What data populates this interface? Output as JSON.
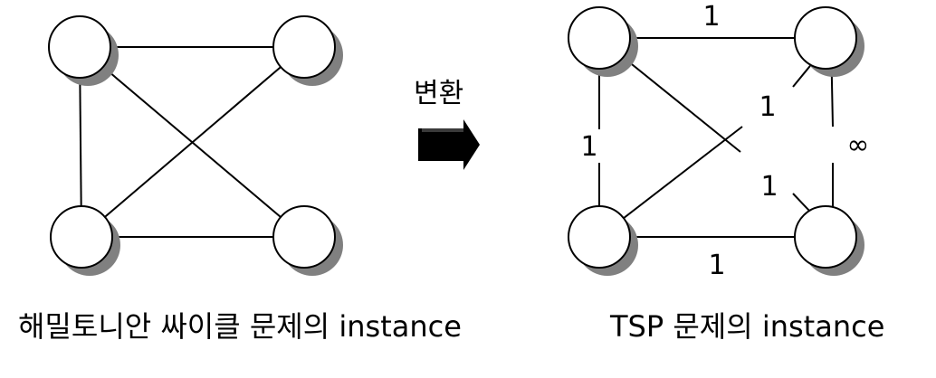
{
  "left_graph": {
    "caption": "해밀토니안 싸이클 문제의 instance"
  },
  "transform": {
    "label": "변환"
  },
  "right_graph": {
    "caption": "TSP 문제의 instance",
    "edge_weights": {
      "top": "1",
      "left": "1",
      "bottom": "1",
      "diag_top_left_to_bottom_right": "1",
      "diag_bottom_left_to_top_right": "1",
      "right": "∞"
    }
  }
}
